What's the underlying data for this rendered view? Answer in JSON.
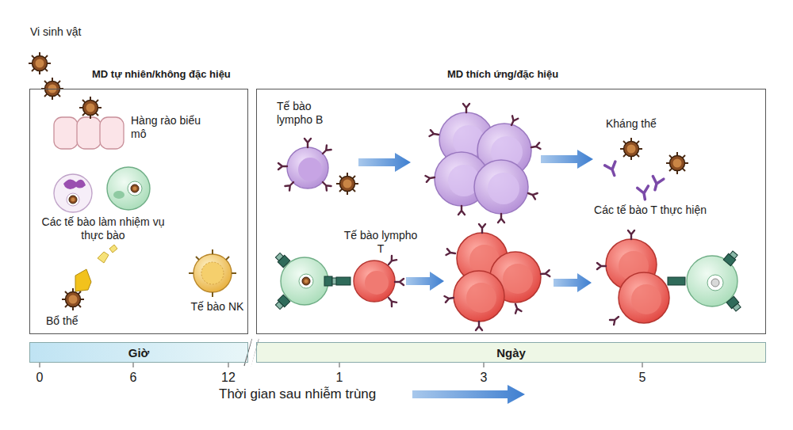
{
  "diagram": {
    "nodes": [
      {
        "text": [
          "MD tự nhiên/không đặc hiệu"
        ]
      },
      {
        "text": [
          "MD thích ứng/đặc hiệu"
        ]
      },
      {
        "text": [
          "Giờ"
        ]
      },
      {
        "text": [
          "Ngày"
        ]
      }
    ],
    "labels": [
      "Vi sinh vật",
      "Hàng rào biểu mô",
      "Các tế bào làm nhiệm vụ thực bào",
      "Bổ thể",
      "Tế bào NK",
      "Tế bào lympho B",
      "Kháng thể",
      "Tế bào lympho T",
      "Các tế bào T thực hiện",
      "0",
      "6",
      "12",
      "1",
      "3",
      "5",
      "Thời gian sau nhiễm trùng"
    ]
  }
}
